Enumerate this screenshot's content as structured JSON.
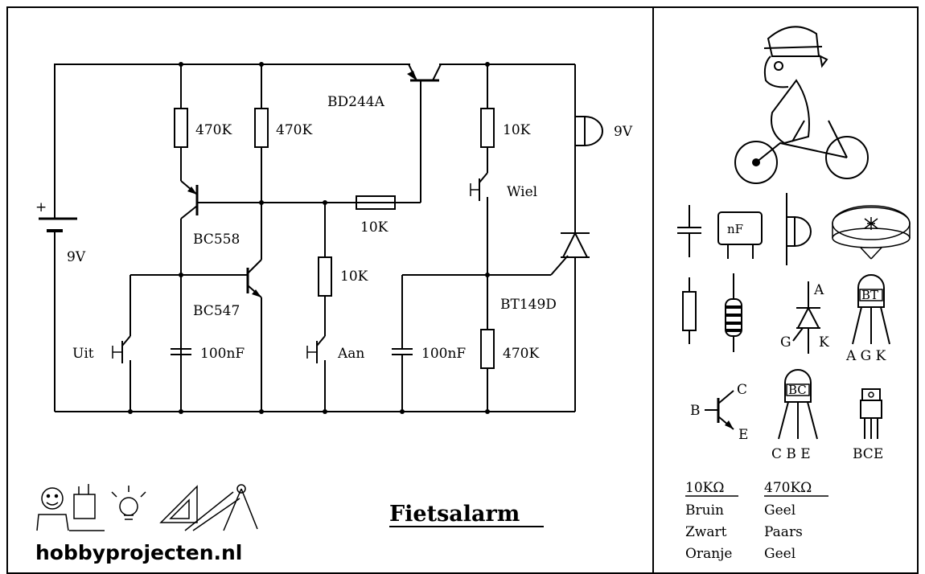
{
  "title": "Fietsalarm",
  "brand": "hobbyprojecten.nl",
  "labels": {
    "battery_plus": "+",
    "battery": "9V",
    "r1": "470K",
    "r2": "470K",
    "q_power": "BD244A",
    "q_pnp": "BC558",
    "q_npn": "BC547",
    "r_base": "10K",
    "r_aan": "10K",
    "r_wiel": "10K",
    "switch_uit": "Uit",
    "cap_1": "100nF",
    "switch_aan": "Aan",
    "cap_2": "100nF",
    "r_gate": "470K",
    "switch_wiel": "Wiel",
    "thyristor": "BT149D",
    "buzzer": "9V"
  },
  "legend": {
    "cap_box": "nF",
    "thyr_a": "A",
    "thyr_g": "G",
    "thyr_k": "K",
    "thyr_pkg": "BT",
    "thyr_pins": "A G K",
    "trans_b": "B",
    "trans_c": "C",
    "trans_e": "E",
    "trans_pkg": "BC",
    "trans_pins": "C B E",
    "power_pins": "BCE",
    "color_table": {
      "headers": [
        "10KΩ",
        "470KΩ"
      ],
      "rows": [
        [
          "Bruin",
          "Geel"
        ],
        [
          "Zwart",
          "Paars"
        ],
        [
          "Oranje",
          "Geel"
        ]
      ]
    }
  },
  "icons": [
    "cyclist-icon",
    "capacitor-icon",
    "film-capacitor-icon",
    "buzzer-icon",
    "piezo-icon",
    "resistor-icon",
    "color-resistor-icon",
    "thyristor-icon",
    "to92-package-icon",
    "transistor-icon",
    "to220-package-icon",
    "hobbyist-logo-icon"
  ]
}
